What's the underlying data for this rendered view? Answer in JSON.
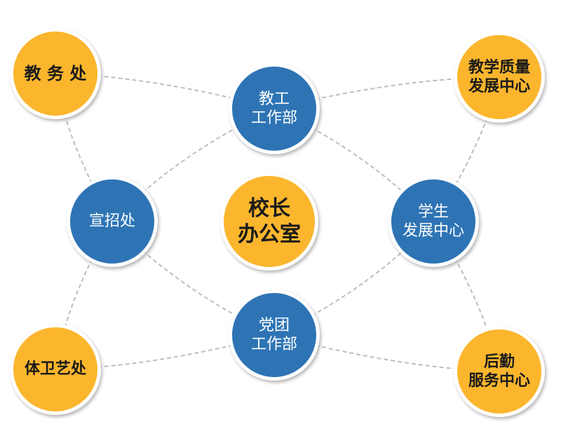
{
  "colors": {
    "orange": "#FBB62D",
    "blue": "#2E74B5",
    "link": "#BDBDBD"
  },
  "nodes": [
    {
      "id": "center",
      "name": "node-principal-office",
      "label": "校长\n办公室",
      "color": "orange"
    },
    {
      "id": "teaching-affairs",
      "name": "node-teaching-affairs",
      "label": "教 务 处",
      "color": "orange"
    },
    {
      "id": "teaching-quality",
      "name": "node-teaching-quality",
      "label": "教学质量\n发展中心",
      "color": "orange"
    },
    {
      "id": "pe-health-arts",
      "name": "node-pe-health-arts",
      "label": "体卫艺处",
      "color": "orange"
    },
    {
      "id": "logistics",
      "name": "node-logistics",
      "label": "后勤\n服务中心",
      "color": "orange"
    },
    {
      "id": "staff-union",
      "name": "node-staff-union",
      "label": "教工\n工作部",
      "color": "blue"
    },
    {
      "id": "publicity",
      "name": "node-publicity-admissions",
      "label": "宣招处",
      "color": "blue"
    },
    {
      "id": "student-dev",
      "name": "node-student-development",
      "label": "学生\n发展中心",
      "color": "blue"
    },
    {
      "id": "party-league",
      "name": "node-party-league",
      "label": "党团\n工作部",
      "color": "blue"
    }
  ],
  "links": [
    [
      "teaching-affairs",
      "staff-union"
    ],
    [
      "staff-union",
      "teaching-quality"
    ],
    [
      "teaching-affairs",
      "publicity"
    ],
    [
      "teaching-quality",
      "student-dev"
    ],
    [
      "publicity",
      "staff-union"
    ],
    [
      "staff-union",
      "student-dev"
    ],
    [
      "publicity",
      "party-league"
    ],
    [
      "party-league",
      "student-dev"
    ],
    [
      "publicity",
      "pe-health-arts"
    ],
    [
      "student-dev",
      "logistics"
    ],
    [
      "pe-health-arts",
      "party-league"
    ],
    [
      "party-league",
      "logistics"
    ]
  ]
}
